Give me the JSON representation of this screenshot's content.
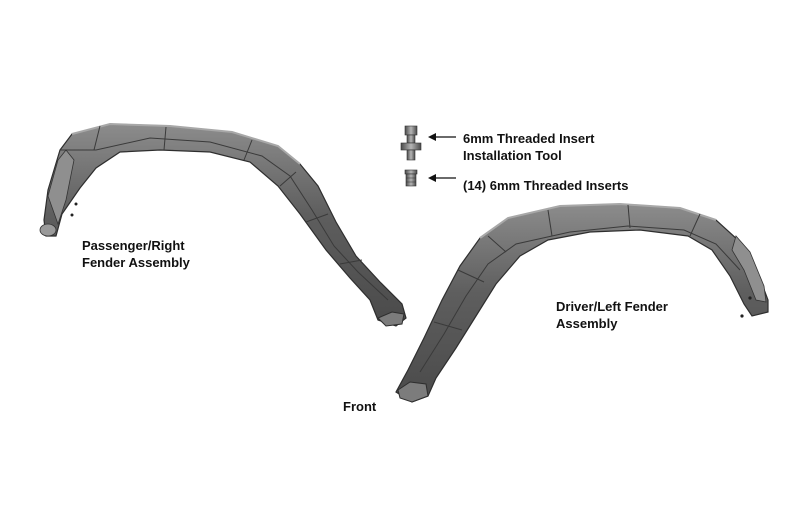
{
  "labels": {
    "tool": [
      "6mm Threaded Insert",
      "Installation Tool"
    ],
    "inserts": [
      "(14) 6mm Threaded Inserts"
    ],
    "passenger": [
      "Passenger/Right",
      "Fender Assembly"
    ],
    "driver": [
      "Driver/Left Fender",
      "Assembly"
    ],
    "front": "Front"
  },
  "colors": {
    "fender_fill": "#5b5b5b",
    "fender_highlight": "#8a8a8a",
    "fender_edge": "#2e2e2e",
    "hardware": "#707070",
    "text": "#111111"
  }
}
